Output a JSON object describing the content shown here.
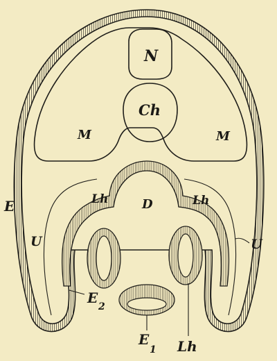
{
  "colors": {
    "paper": "#f3ebc4",
    "ink": "#1f1e1a",
    "hatch": "#3a3832"
  },
  "labels": {
    "N": "N",
    "Ch": "Ch",
    "M_left": "M",
    "M_right": "M",
    "E": "E",
    "Lh_left": "Lh",
    "D": "D",
    "Lh_right": "Lh",
    "U_left": "U",
    "U_right": "U",
    "E2_main": "E",
    "E2_sub": "2",
    "E1_main": "E",
    "E1_sub": "1",
    "Lh_bottom": "Lh"
  }
}
